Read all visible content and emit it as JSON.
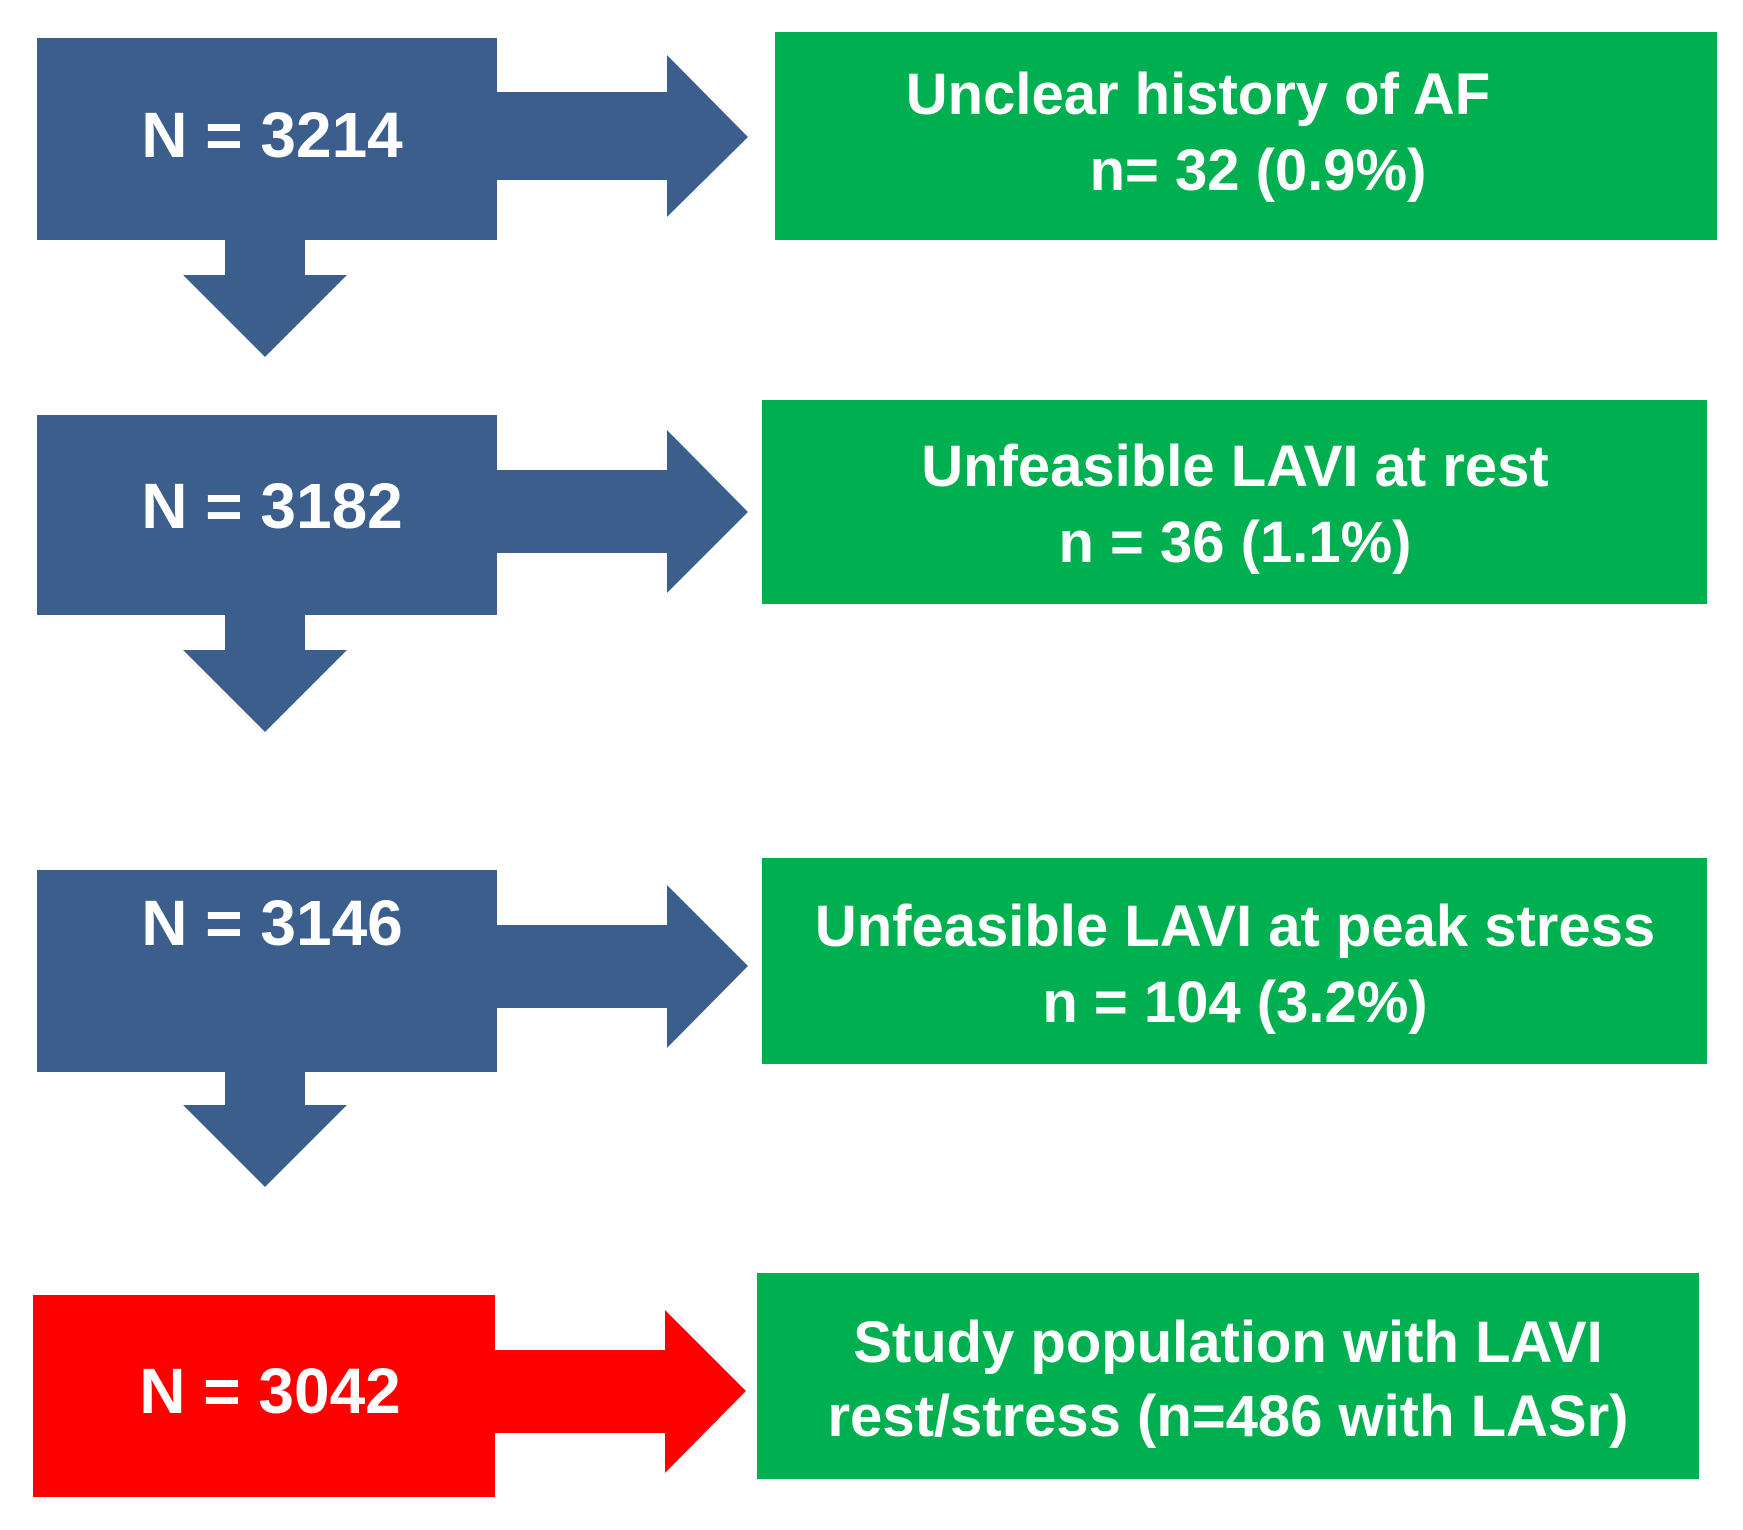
{
  "colors": {
    "step_box": "#3b5e8c",
    "final_box": "#ff0000",
    "exclusion_box": "#00b050",
    "text": "#ffffff"
  },
  "steps": [
    {
      "label": "N = 3214",
      "exclusion": [
        "Unclear history of AF",
        "n= 32 (0.9%)"
      ]
    },
    {
      "label": "N = 3182",
      "exclusion": [
        "Unfeasible LAVI at rest",
        "n = 36 (1.1%)"
      ]
    },
    {
      "label": "N = 3146",
      "exclusion": [
        "Unfeasible LAVI at peak stress",
        "n = 104 (3.2%)"
      ]
    },
    {
      "label": "N = 3042",
      "exclusion": [
        "Study population with LAVI",
        "rest/stress (n=486 with LASr)"
      ]
    }
  ]
}
